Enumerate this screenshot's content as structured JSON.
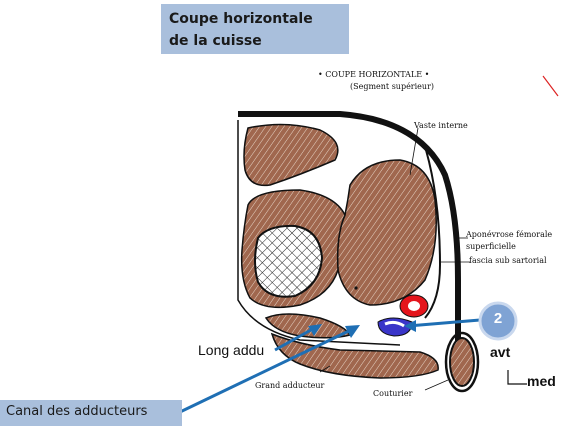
{
  "title": {
    "line1": "Coupe horizontale",
    "line2": "de la cuisse"
  },
  "figure": {
    "heading": "• COUPE HORIZONTALE •",
    "subheading": "(Segment supérieur)",
    "labels": {
      "vaste_interne": "Vaste interne",
      "aponevrose_line1": "Aponévrose fémorale",
      "aponevrose_line2": "superficielle",
      "fascia": "fascia sub sartorial",
      "grand_adducteur": "Grand adducteur",
      "couturier": "Couturier",
      "long_addu": "Long addu",
      "avt": "avt",
      "med": "med"
    }
  },
  "marker": {
    "number": "2"
  },
  "canal": {
    "label": "Canal des adducteurs"
  },
  "colors": {
    "muscle": "#a0674e",
    "callout_box": "#a9bfdc",
    "arrow": "#1f6fb4",
    "marker_fill": "#7fa3d4",
    "artery": "#e4151c",
    "vein": "#3a35c9"
  }
}
